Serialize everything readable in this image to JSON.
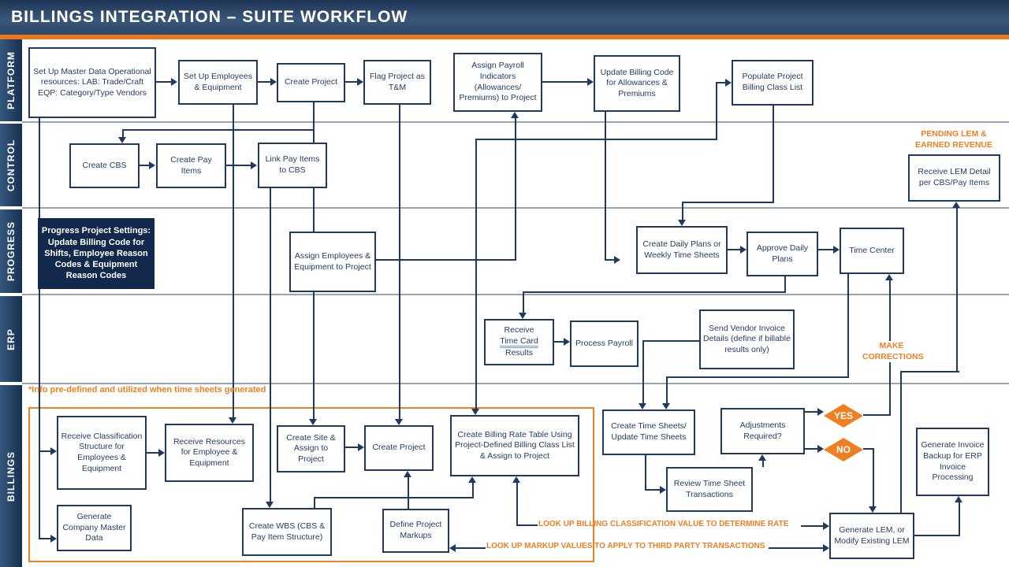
{
  "header": {
    "title": "BILLINGS INTEGRATION – SUITE WORKFLOW"
  },
  "lanes": [
    {
      "label": "PLATFORM"
    },
    {
      "label": "CONTROL"
    },
    {
      "label": "PROGRESS"
    },
    {
      "label": "ERP"
    },
    {
      "label": "BILLINGS"
    }
  ],
  "nodes": {
    "setup_master": {
      "text": "Set Up Master Data Operational resources: LAB: Trade/Craft EQP: Category/Type Vendors"
    },
    "setup_employees": {
      "text": "Set Up Employees & Equipment"
    },
    "create_project_platform": {
      "text": "Create Project"
    },
    "flag_tm": {
      "text": "Flag Project as T&M"
    },
    "assign_payroll": {
      "text": "Assign Payroll Indicators (Allowances/ Premiums) to Project"
    },
    "update_billing": {
      "text": "Update Billing Code for Allowances & Premiums"
    },
    "populate_billing": {
      "text": "Populate Project Billing Class List"
    },
    "create_cbs": {
      "text": "Create CBS"
    },
    "create_pay_items": {
      "text": "Create Pay Items"
    },
    "link_pay_items": {
      "text": "Link Pay Items to CBS"
    },
    "receive_lem": {
      "text": "Receive LEM Detail per CBS/Pay Items"
    },
    "progress_settings": {
      "text": "Progress Project Settings: Update Billing Code for Shifts, Employee Reason Codes & Equipment Reason Codes"
    },
    "assign_employees": {
      "text": "Assign Employees & Equipment to Project"
    },
    "create_daily": {
      "text": "Create Daily Plans or Weekly Time Sheets"
    },
    "approve_daily": {
      "text": "Approve Daily Plans"
    },
    "time_center": {
      "text": "Time Center"
    },
    "receive_time_card": {
      "l1": "Receive",
      "l2": "Time Card",
      "l3": "Results"
    },
    "process_payroll": {
      "text": "Process Payroll"
    },
    "send_vendor": {
      "text": "Send Vendor Invoice Details (define if billable results only)"
    },
    "receive_classification": {
      "text": "Receive Classification Structure for Employees & Equipment"
    },
    "receive_resources": {
      "text": "Receive Resources for Employee & Equipment"
    },
    "create_site": {
      "text": "Create Site & Assign to Project"
    },
    "create_project_billings": {
      "text": "Create Project"
    },
    "create_billing_rate": {
      "text": "Create Billing Rate Table Using Project-Defined Billing Class List & Assign to Project"
    },
    "generate_company": {
      "text": "Generate Company Master Data"
    },
    "create_wbs": {
      "text": "Create WBS (CBS & Pay Item Structure)"
    },
    "define_markups": {
      "text": "Define Project Markups"
    },
    "create_time_sheets": {
      "text": "Create Time Sheets/ Update Time Sheets"
    },
    "review_time_sheets": {
      "text": "Review Time Sheet Transactions"
    },
    "adjustments": {
      "text": "Adjustments Required?"
    },
    "generate_lem": {
      "text": "Generate LEM, or Modify Existing LEM"
    },
    "generate_invoice": {
      "text": "Generate Invoice Backup for ERP Invoice Processing"
    }
  },
  "labels": {
    "pending_lem": "PENDING LEM & EARNED REVENUE",
    "make_corrections": "MAKE CORRECTIONS",
    "info_note": "*Info pre-defined and utilized when time sheets generated",
    "lookup_billing": "LOOK UP BILLING CLASSIFICATION VALUE TO DETERMINE RATE",
    "lookup_markup": "LOOK UP MARKUP VALUES TO APPLY TO THIRD PARTY TRANSACTIONS",
    "yes": "YES",
    "no": "NO"
  },
  "colors": {
    "navy": "#1f3a5f",
    "dark_fill": "#13294b",
    "orange": "#ee7f22",
    "lane_line": "#9aa3b2"
  }
}
